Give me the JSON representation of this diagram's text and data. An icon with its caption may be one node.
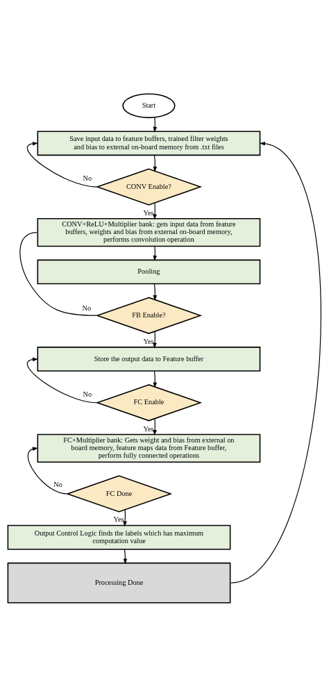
{
  "diagram": {
    "nodes": [
      {
        "text": [
          "Start"
        ]
      },
      {
        "text": [
          "Save input data to feature buffers, trained filter weights and bias to external on-board memory from .txt files"
        ]
      },
      {
        "text": [
          "CONV Enable?"
        ]
      },
      {
        "text": [
          "CONV+ReLU+Multiplier bank: gets input data from feature buffers, weights and bias from external on-board memory, performs convolution operation"
        ]
      },
      {
        "text": [
          "Pooling"
        ]
      },
      {
        "text": [
          "FB Enable?"
        ]
      },
      {
        "text": [
          "Store the output data to Feature buffer"
        ]
      },
      {
        "text": [
          "FC Enable"
        ]
      },
      {
        "text": [
          "FC+Multiplier bank: Gets weight and bias from external on board memory, feature maps data from Feature buffer, perform fully connected operations"
        ]
      },
      {
        "text": [
          "FC Done"
        ]
      },
      {
        "text": [
          "Output Control Logic finds the labels which has maximum computation value"
        ]
      },
      {
        "text": [
          "Processing Done"
        ]
      }
    ],
    "edges": [
      {
        "from": 0,
        "to": 1,
        "arrow": "to"
      },
      {
        "from": 1,
        "to": 2,
        "arrow": "to"
      },
      {
        "from": 2,
        "to": 3,
        "arrow": "to",
        "label": "Yes"
      },
      {
        "from": 2,
        "to": 1,
        "arrow": "to",
        "label": "No"
      },
      {
        "from": 3,
        "to": 4,
        "arrow": "to"
      },
      {
        "from": 4,
        "to": 5,
        "arrow": "to"
      },
      {
        "from": 5,
        "to": 6,
        "arrow": "to",
        "label": "Yes"
      },
      {
        "from": 5,
        "to": 3,
        "arrow": "none",
        "label": "No"
      },
      {
        "from": 6,
        "to": 7,
        "arrow": "to"
      },
      {
        "from": 7,
        "to": 8,
        "arrow": "to",
        "label": "Yes"
      },
      {
        "from": 7,
        "to": 6,
        "arrow": "to",
        "label": "No"
      },
      {
        "from": 9,
        "to": 10,
        "arrow": "to",
        "label": "Yes"
      },
      {
        "from": 9,
        "to": 8,
        "arrow": "to",
        "label": "No"
      },
      {
        "from": 10,
        "to": 11,
        "arrow": "to"
      },
      {
        "from": 11,
        "to": 1,
        "arrow": "to"
      }
    ]
  }
}
